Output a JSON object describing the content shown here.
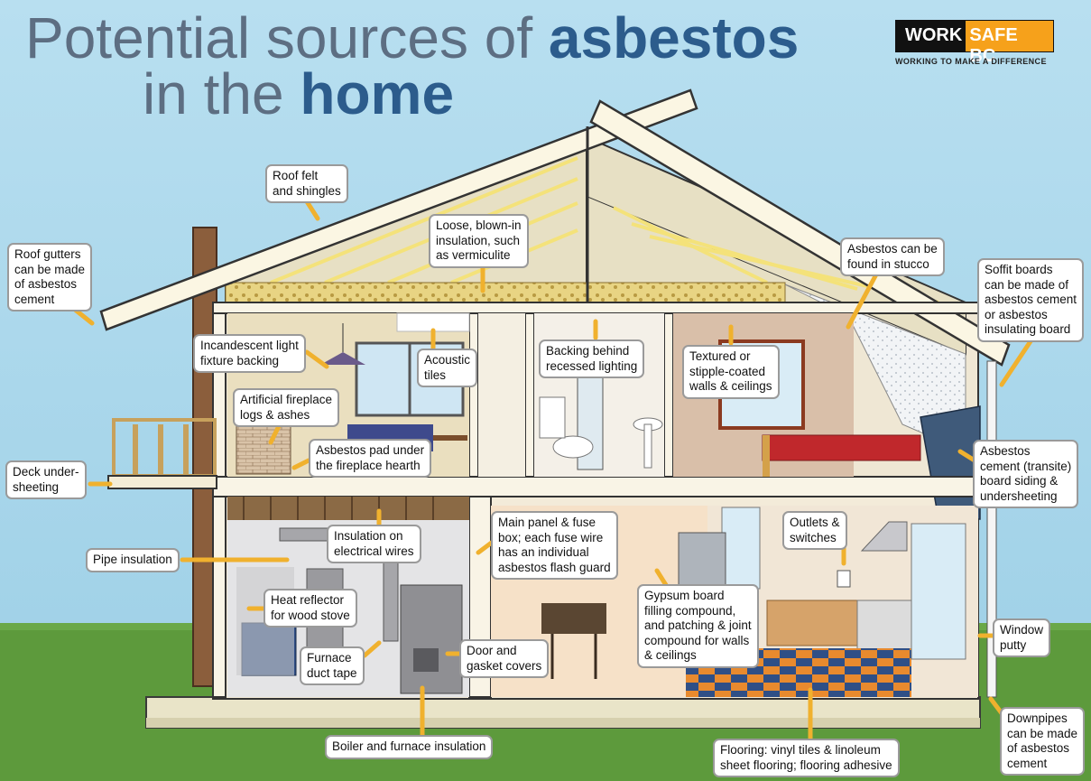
{
  "title": {
    "line1_light": "Potential sources of ",
    "line1_dark": "asbestos",
    "line2_light": "in the ",
    "line2_dark": "home"
  },
  "logo": {
    "work": "WORK",
    "safebc": "SAFE BC",
    "tagline": "WORKING TO MAKE A DIFFERENCE"
  },
  "callouts": {
    "roof_felt": "Roof felt\nand shingles",
    "loose_fill": "Loose, blown-in\ninsulation, such\nas vermiculite",
    "stucco": "Asbestos can be\nfound in stucco",
    "roof_gutters": "Roof gutters\ncan be made\nof asbestos\ncement",
    "soffit": "Soffit boards\ncan be made of\nasbestos cement\nor asbestos\ninsulating board",
    "light_fixture": "Incandescent light\nfixture backing",
    "acoustic": "Acoustic\ntiles",
    "recessed": "Backing behind\nrecessed lighting",
    "textured": "Textured or\nstipple-coated\nwalls & ceilings",
    "fireplace_logs": "Artificial fireplace\nlogs & ashes",
    "hearth_pad": "Asbestos pad under\nthe fireplace hearth",
    "transite_siding": "Asbestos\ncement (transite)\nboard siding &\nundersheeting",
    "deck": "Deck under-\nsheeting",
    "wire_insulation": "Insulation on\nelectrical wires",
    "main_panel": "Main panel & fuse\nbox; each fuse wire\nhas an individual\nasbestos flash guard",
    "outlets": "Outlets &\nswitches",
    "pipe_insulation": "Pipe insulation",
    "heat_reflector": "Heat reflector\nfor wood stove",
    "gypsum": "Gypsum board\nfilling compound,\nand patching & joint\ncompound for walls\n& ceilings",
    "window_putty": "Window\nputty",
    "furnace_tape": "Furnace\nduct tape",
    "door_gasket": "Door and\ngasket covers",
    "downpipes": "Downpipes\ncan be made\nof asbestos\ncement",
    "boiler": "Boiler and furnace insulation",
    "flooring": "Flooring: vinyl tiles & linoleum\nsheet flooring; flooring adhesive"
  },
  "colors": {
    "sky_top": "#a8d6ea",
    "sky_bottom": "#9fd0e6",
    "grass": "#5d9a3c",
    "arrow": "#f0b12e",
    "title_light": "#5d6e82",
    "title_dark": "#2c5c8c",
    "logo_orange": "#f6a11b"
  }
}
